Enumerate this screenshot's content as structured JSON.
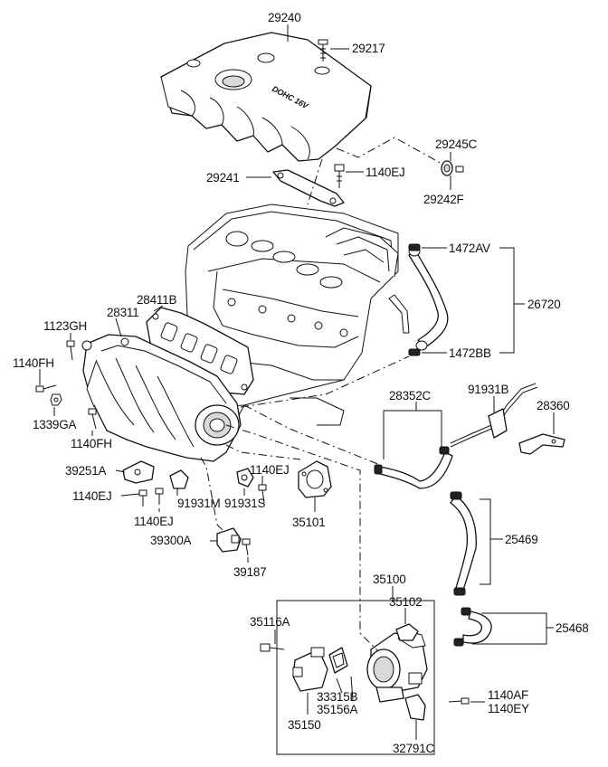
{
  "labels": {
    "p29240": "29240",
    "p29217": "29217",
    "p29245C": "29245C",
    "p29241": "29241",
    "p1140EJ_a": "1140EJ",
    "p29242F": "29242F",
    "p1472AV": "1472AV",
    "p28411B": "28411B",
    "p28311": "28311",
    "p1123GH": "1123GH",
    "p26720": "26720",
    "p1140FH_a": "1140FH",
    "p1472BB": "1472BB",
    "p28352C": "28352C",
    "p91931B": "91931B",
    "p1339GA": "1339GA",
    "p28360": "28360",
    "p1140FH_b": "1140FH",
    "p39251A": "39251A",
    "p1140EJ_b": "1140EJ",
    "p1140EJ_c": "1140EJ",
    "p91931M": "91931M",
    "p91931S": "91931S",
    "p1140EJ_d": "1140EJ",
    "p35101": "35101",
    "p25469": "25469",
    "p39300A": "39300A",
    "p39187": "39187",
    "p35100": "35100",
    "p35102": "35102",
    "p35116A": "35116A",
    "p25468": "25468",
    "p33315B": "33315B",
    "p35156A": "35156A",
    "p1140AF": "1140AF",
    "p1140EY": "1140EY",
    "p35150": "35150",
    "p32791C": "32791C"
  },
  "cover_text": "DOHC 16V"
}
